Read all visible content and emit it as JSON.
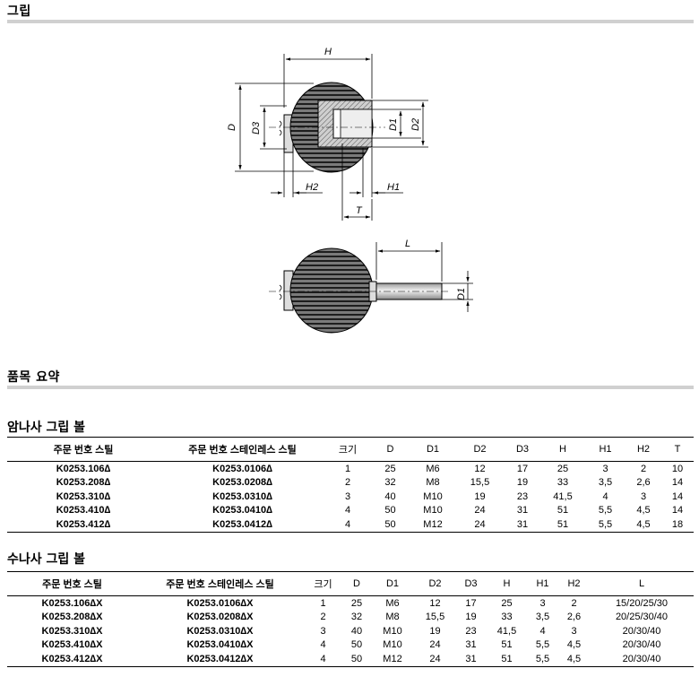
{
  "sections": {
    "drawing_title": "그립",
    "summary_title": "품목 요약"
  },
  "drawing_labels": {
    "H": "H",
    "D": "D",
    "D3": "D3",
    "D1": "D1",
    "D2": "D2",
    "H2": "H2",
    "H1": "H1",
    "T": "T",
    "L": "L",
    "D1b": "D1"
  },
  "female": {
    "title": "암나사 그립 볼",
    "headers": [
      "주문 번호 스틸",
      "주문 번호 스테인레스 스틸",
      "크기",
      "D",
      "D1",
      "D2",
      "D3",
      "H",
      "H1",
      "H2",
      "T"
    ],
    "rows": [
      [
        "K0253.106∆",
        "K0253.0106∆",
        "1",
        "25",
        "M6",
        "12",
        "17",
        "25",
        "3",
        "2",
        "10"
      ],
      [
        "K0253.208∆",
        "K0253.0208∆",
        "2",
        "32",
        "M8",
        "15,5",
        "19",
        "33",
        "3,5",
        "2,6",
        "14"
      ],
      [
        "K0253.310∆",
        "K0253.0310∆",
        "3",
        "40",
        "M10",
        "19",
        "23",
        "41,5",
        "4",
        "3",
        "14"
      ],
      [
        "K0253.410∆",
        "K0253.0410∆",
        "4",
        "50",
        "M10",
        "24",
        "31",
        "51",
        "5,5",
        "4,5",
        "14"
      ],
      [
        "K0253.412∆",
        "K0253.0412∆",
        "4",
        "50",
        "M12",
        "24",
        "31",
        "51",
        "5,5",
        "4,5",
        "18"
      ]
    ]
  },
  "male": {
    "title": "수나사 그립 볼",
    "headers": [
      "주문 번호 스틸",
      "주문 번호 스테인레스 스틸",
      "크기",
      "D",
      "D1",
      "D2",
      "D3",
      "H",
      "H1",
      "H2",
      "L"
    ],
    "rows": [
      [
        "K0253.106∆X",
        "K0253.0106∆X",
        "1",
        "25",
        "M6",
        "12",
        "17",
        "25",
        "3",
        "2",
        "15/20/25/30"
      ],
      [
        "K0253.208∆X",
        "K0253.0208∆X",
        "2",
        "32",
        "M8",
        "15,5",
        "19",
        "33",
        "3,5",
        "2,6",
        "20/25/30/40"
      ],
      [
        "K0253.310∆X",
        "K0253.0310∆X",
        "3",
        "40",
        "M10",
        "19",
        "23",
        "41,5",
        "4",
        "3",
        "20/30/40"
      ],
      [
        "K0253.410∆X",
        "K0253.0410∆X",
        "4",
        "50",
        "M10",
        "24",
        "31",
        "51",
        "5,5",
        "4,5",
        "20/30/40"
      ],
      [
        "K0253.412∆X",
        "K0253.0412∆X",
        "4",
        "50",
        "M12",
        "24",
        "31",
        "51",
        "5,5",
        "4,5",
        "20/30/40"
      ]
    ]
  }
}
